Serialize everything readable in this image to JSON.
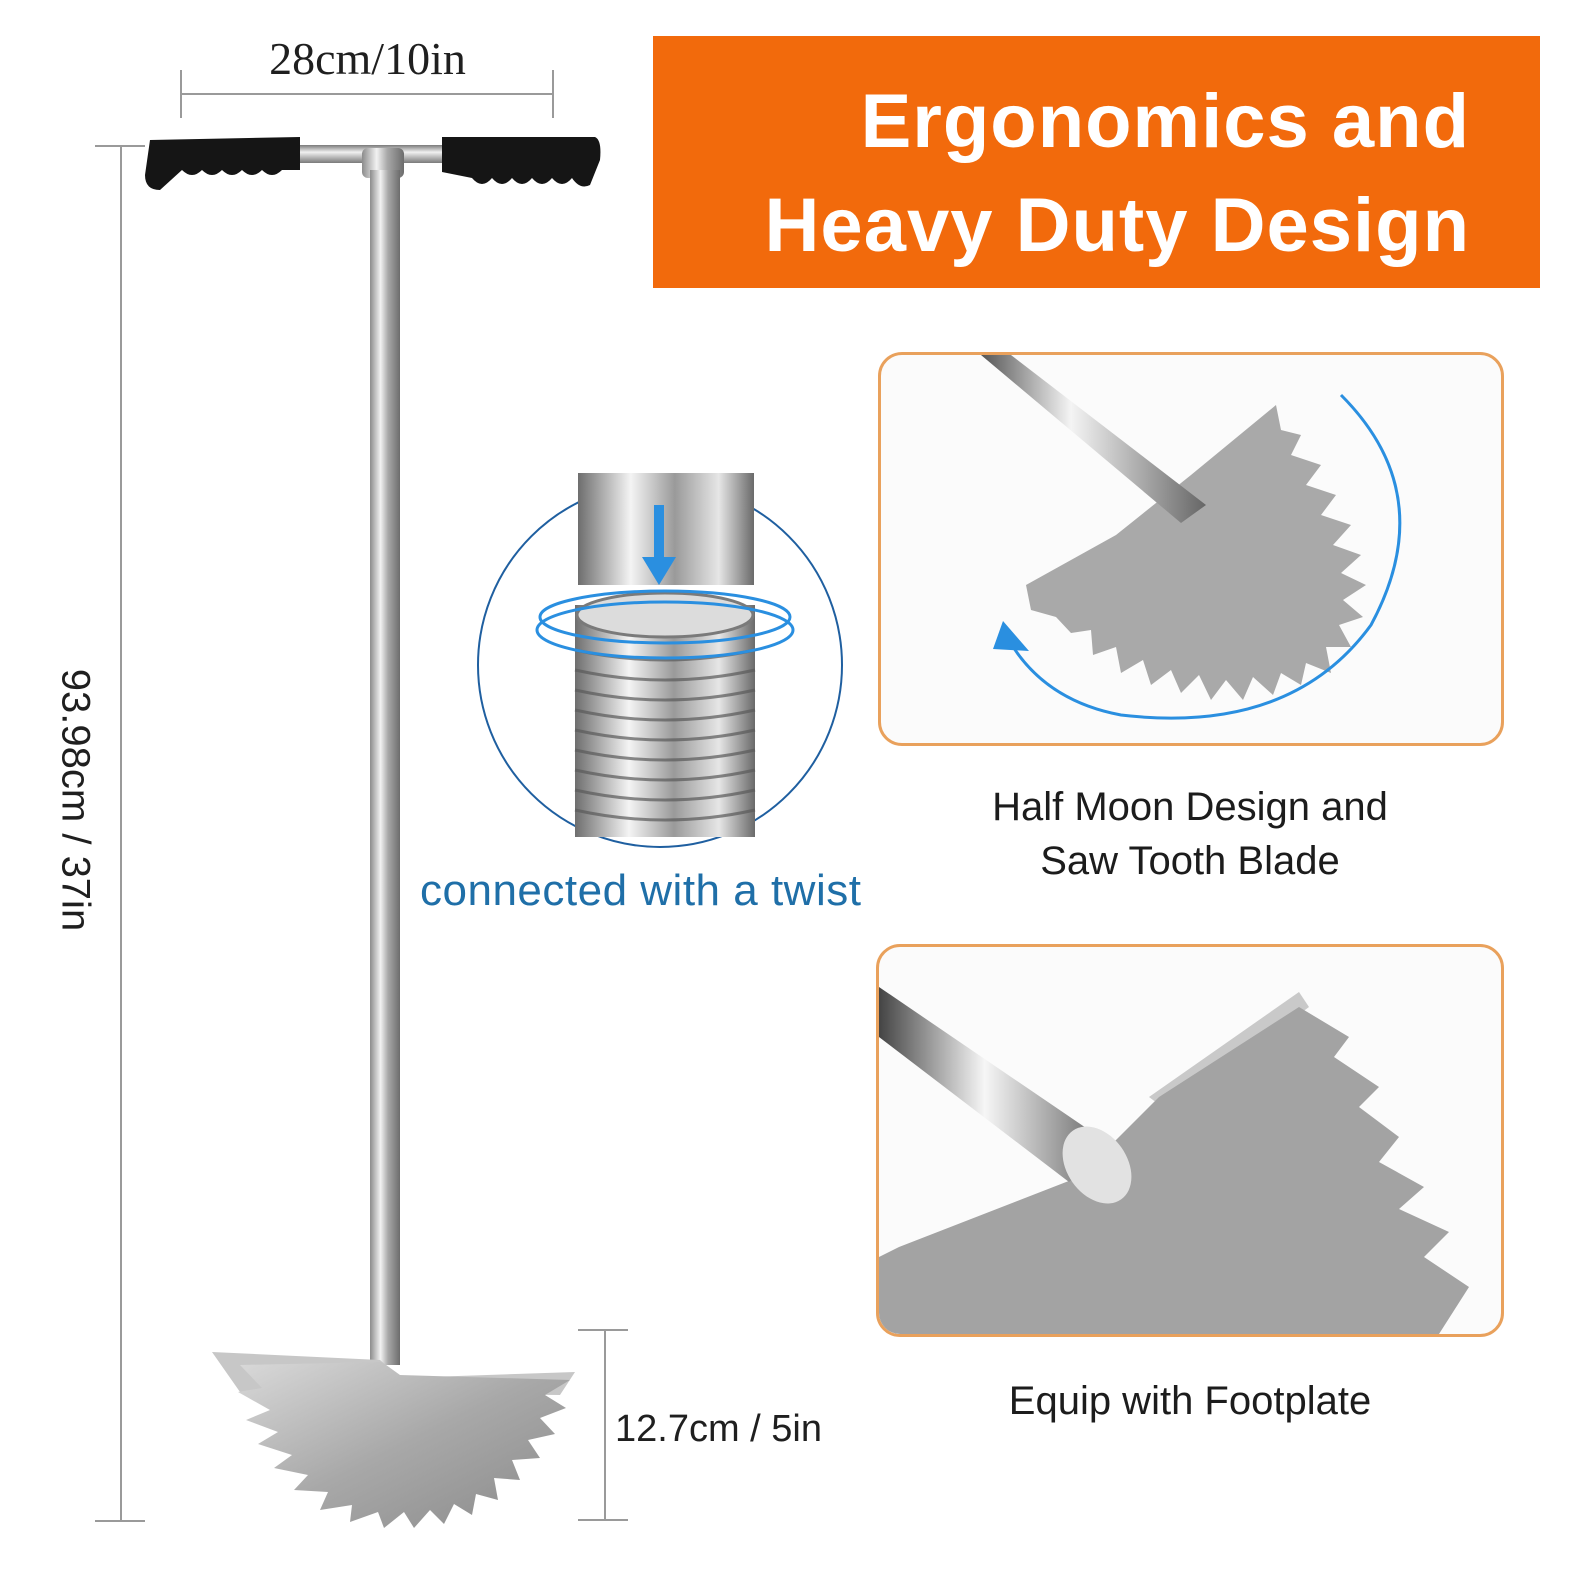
{
  "dimensions": {
    "width": "28cm/10in",
    "height": "93.98cm / 37in",
    "blade": "12.7cm / 5in"
  },
  "banner": {
    "title": "Ergonomics and\nHeavy Duty Design",
    "color": "#f26a0c"
  },
  "connection": {
    "caption": "connected with a twist",
    "accent_color": "#2a8fe0"
  },
  "features": [
    {
      "caption": "Half Moon Design and\nSaw Tooth Blade"
    },
    {
      "caption": "Equip with Footplate"
    }
  ],
  "panel_border_color": "#e9a15c"
}
